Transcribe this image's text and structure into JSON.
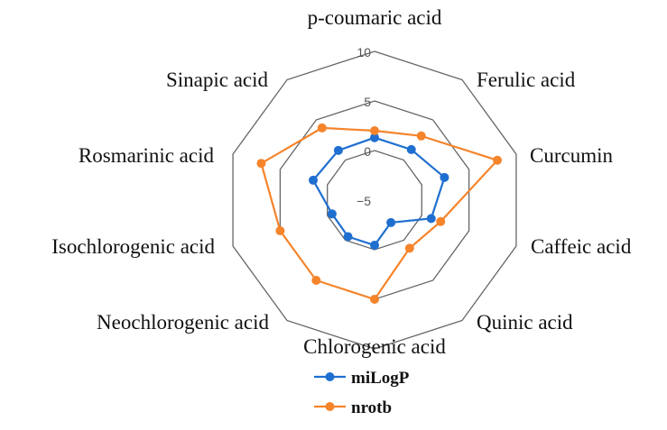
{
  "chart_data": {
    "type": "radar",
    "categories": [
      "p-coumaric acid",
      "Ferulic acid",
      "Curcumin",
      "Caffeic acid",
      "Quinic acid",
      "Chlorogenic acid",
      "Neochlorogenic acid",
      "Isochlorogenic acid",
      "Rosmarinic acid",
      "Sinapic acid"
    ],
    "rlim": [
      -5,
      10
    ],
    "ticks": [
      "10",
      "5",
      "0",
      "−5"
    ],
    "tick_values": [
      10,
      5,
      0,
      -5
    ],
    "grid": true,
    "legend_position": "bottom",
    "series": [
      {
        "name": "miLogP",
        "color": "#1f6fd0",
        "values": [
          1.3,
          1.3,
          2.4,
          1.0,
          -2.2,
          -0.45,
          -0.45,
          -0.5,
          1.5,
          1.2
        ]
      },
      {
        "name": "nrotb",
        "color": "#f5842b",
        "values": [
          2,
          3,
          8,
          2,
          1,
          5,
          5,
          5,
          7,
          4
        ]
      }
    ]
  }
}
